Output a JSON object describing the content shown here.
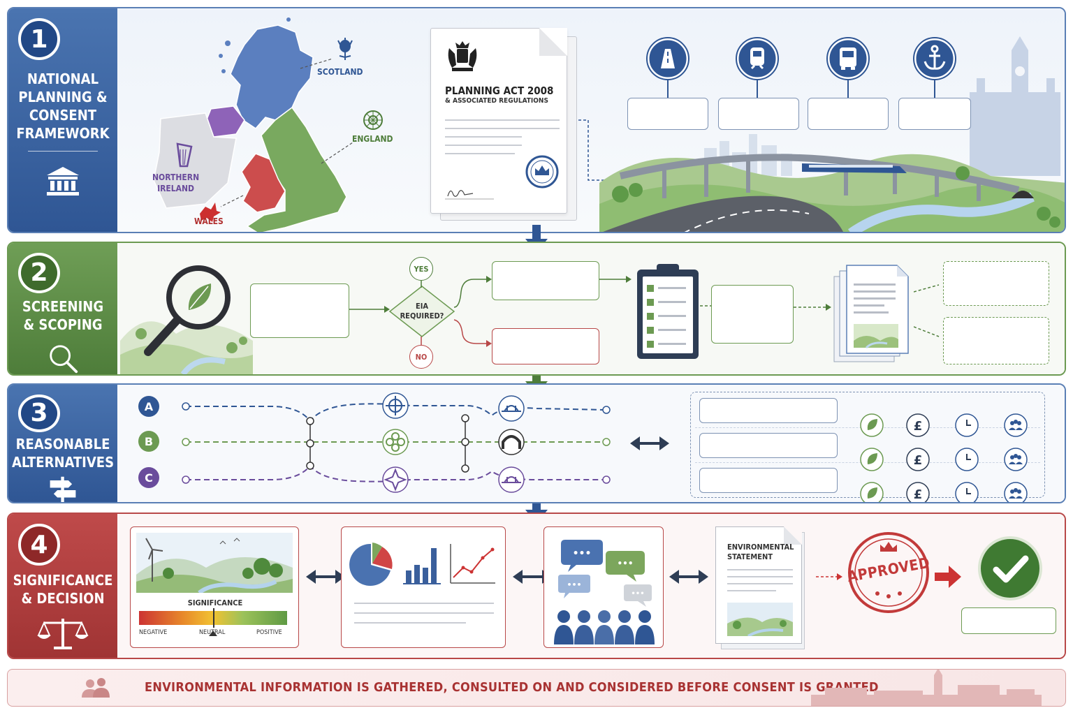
{
  "stages": [
    {
      "number": "1",
      "title": "National\nPlanning &\nConsent\nFramework"
    },
    {
      "number": "2",
      "title": "Screening\n& Scoping"
    },
    {
      "number": "3",
      "title": "Reasonable\nAlternatives"
    },
    {
      "number": "4",
      "title": "Significance\n& Decision"
    }
  ],
  "map_labels": {
    "scotland": "SCOTLAND",
    "england": "ENGLAND",
    "northern_ireland": "NORTHERN\nIRELAND",
    "wales": "WALES"
  },
  "document": {
    "title": "PLANNING ACT 2008",
    "subtitle": "& ASSOCIATED REGULATIONS"
  },
  "infrastructure_icons": [
    "motorway-icon",
    "train-icon",
    "bus-icon",
    "anchor-icon"
  ],
  "screening": {
    "decision": "EIA\nREQUIRED?",
    "yes": "YES",
    "no": "NO"
  },
  "alternatives": {
    "routes": [
      "A",
      "B",
      "C"
    ],
    "criteria_icons": [
      "leaf-icon",
      "pound-icon",
      "clock-icon",
      "people-icon"
    ]
  },
  "significance": {
    "label": "SIGNIFICANCE",
    "scale": [
      "NEGATIVE",
      "NEUTRAL",
      "POSITIVE"
    ]
  },
  "statement": {
    "title": "ENVIRONMENTAL\nSTATEMENT"
  },
  "stamp": "APPROVED",
  "footer": "ENVIRONMENTAL INFORMATION IS GATHERED, CONSULTED ON AND CONSIDERED BEFORE CONSENT IS GRANTED",
  "colors": {
    "blue": "#2f5694",
    "green": "#4e7d3a",
    "red": "#a83232",
    "purple": "#6a4c9c"
  }
}
